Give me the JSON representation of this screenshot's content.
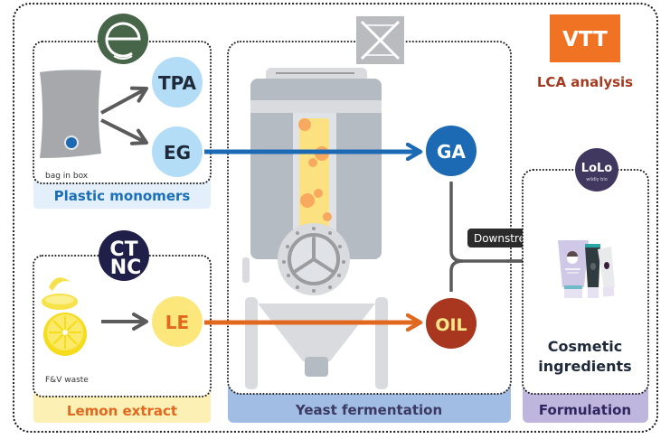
{
  "partners": {
    "plastic": {
      "logo_letter": "e",
      "color": "#476548"
    },
    "lemon": {
      "logo_text": [
        "CT",
        "NC"
      ],
      "color": "#1f1f4a"
    },
    "fermentation": {
      "logo": "x-emblem",
      "color": "#b9bbbe"
    },
    "lca": {
      "logo_text": "VTT",
      "color": "#ef7322"
    },
    "formulation": {
      "logo_text": "LoLo",
      "logo_sub": "wildly bio",
      "color": "#41385f"
    }
  },
  "lca": {
    "label": "LCA analysis",
    "color": "#a43b20"
  },
  "sections": {
    "plastic": {
      "title": "Plastic monomers",
      "bg": "#e3f0fb",
      "text_color": "#1b6fb8",
      "source_caption": "bag in box"
    },
    "lemon": {
      "title": "Lemon extract",
      "bg": "#fdf0b5",
      "text_color": "#e1681f",
      "source_caption": "F&V waste"
    },
    "fermentation": {
      "title": "Yeast fermentation",
      "bg": "#a2bde3",
      "text_color": "#3b3a63"
    },
    "formulation": {
      "title": "Formulation",
      "bg": "#bfb6dd",
      "text_color": "#2f2660"
    }
  },
  "nodes": {
    "tpa": {
      "label": "TPA",
      "bg": "#b3dcf7",
      "text_color": "#1e2a3a"
    },
    "eg": {
      "label": "EG",
      "bg": "#b3dcf7",
      "text_color": "#1e2a3a"
    },
    "le": {
      "label": "LE",
      "bg": "#fbe77c",
      "text_color": "#e1681f"
    },
    "ga": {
      "label": "GA",
      "bg": "#1b6ab3",
      "text_color": "#ffffff"
    },
    "oil": {
      "label": "OIL",
      "bg": "#a9361f",
      "text_color": "#fbe68a"
    }
  },
  "flows": {
    "eg_to_ga_color": "#1b6ab3",
    "le_to_oil_color": "#e1681f",
    "neutral_color": "#5b5b5b"
  },
  "downstream": {
    "label": "Downstream"
  },
  "product": {
    "label_line1": "Cosmetic",
    "label_line2": "ingredients"
  }
}
